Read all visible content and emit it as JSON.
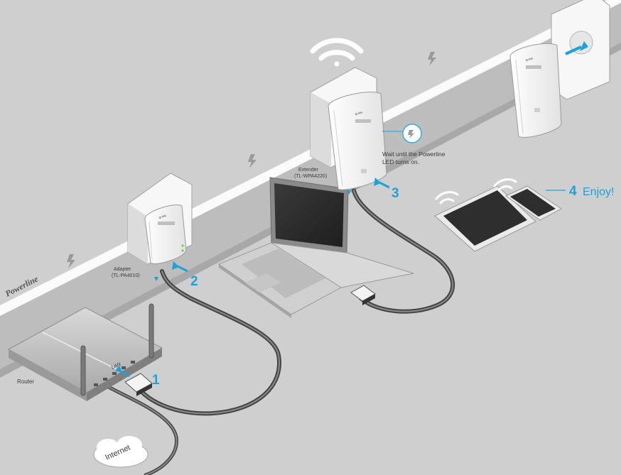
{
  "labels": {
    "router": "Router",
    "internet": "Internet",
    "lan": "LAN",
    "adapter_name": "Adapter",
    "adapter_model": "(TL-PA4010)",
    "extender_name": "Extender",
    "extender_model": "(TL-WPA4220)",
    "note_line1": "Wait until the Powerline",
    "note_line2": "LED turns on.",
    "powerline": "Powerline",
    "enjoy": "Enjoy!",
    "brand": "tp-link"
  },
  "steps": [
    "1",
    "2",
    "3",
    "4"
  ],
  "colors": {
    "accent": "#1aa3d9",
    "background": "#ffffff",
    "floor": "#cfcfcf",
    "wall": "#b9b9b9",
    "cable": "#444444"
  },
  "icons": [
    "wifi-icon",
    "lightning-icon",
    "powerline-led-icon",
    "cloud-icon"
  ]
}
